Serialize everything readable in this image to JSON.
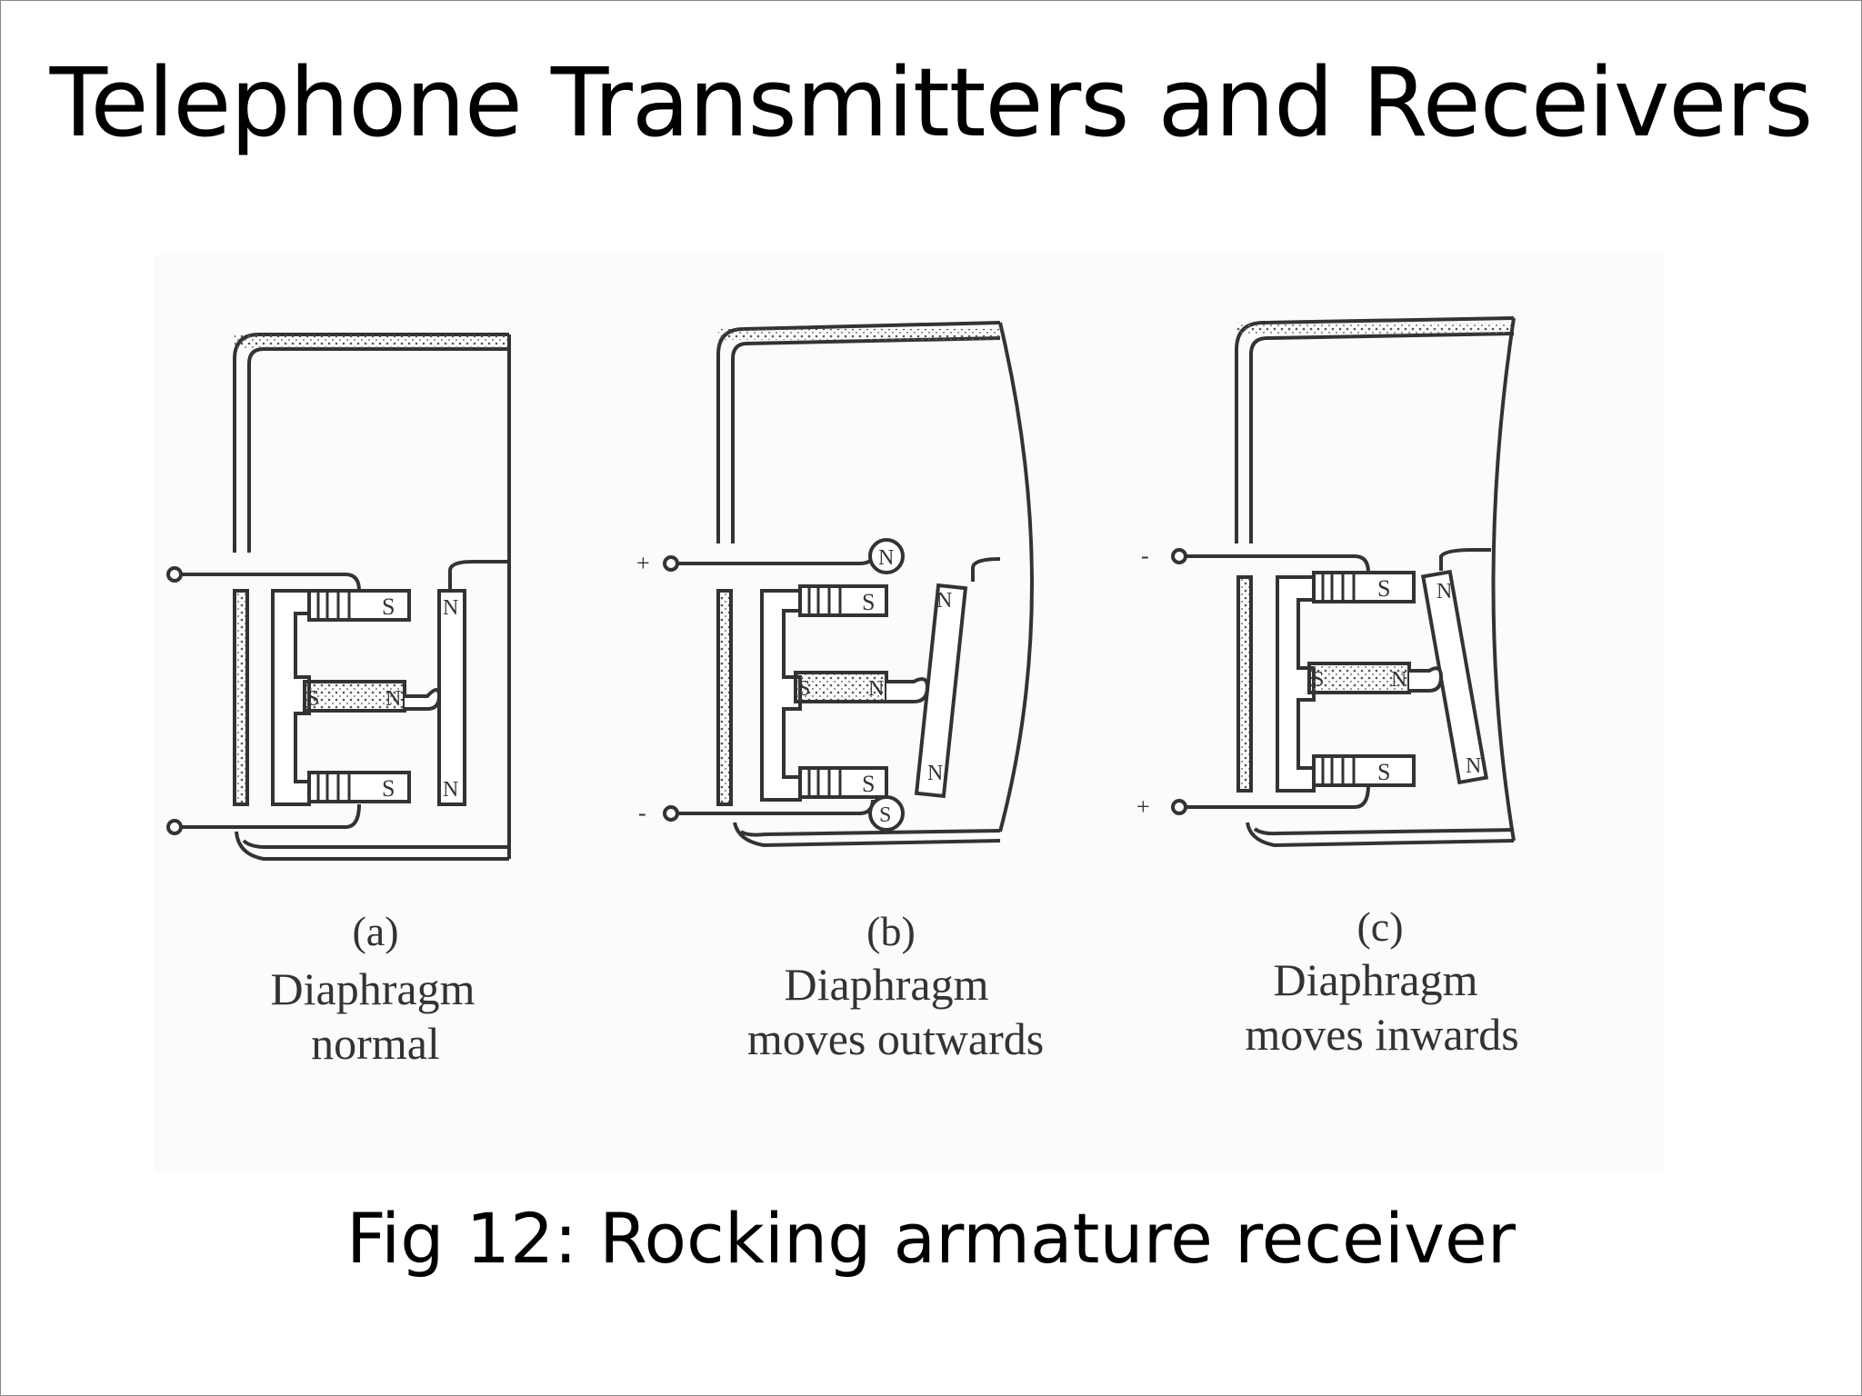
{
  "slide": {
    "title": "Telephone Transmitters and Receivers",
    "caption": "Fig 12:  Rocking armature receiver"
  },
  "panels": [
    {
      "letter": "(a)",
      "line1": "Diaphragm",
      "line2": "normal",
      "terminal_top": "",
      "terminal_bottom": "",
      "coil_top": "S",
      "coil_bottom": "S",
      "core_left": "S",
      "core_right": "N",
      "armature_top": "N",
      "armature_bottom": "N",
      "pole_top": "",
      "pole_bottom": ""
    },
    {
      "letter": "(b)",
      "line1": "Diaphragm",
      "line2": "moves outwards",
      "terminal_top": "+",
      "terminal_bottom": "-",
      "coil_top": "S",
      "coil_bottom": "S",
      "core_left": "S",
      "core_right": "N",
      "armature_top": "N",
      "armature_bottom": "N",
      "pole_top": "N",
      "pole_bottom": "S"
    },
    {
      "letter": "(c)",
      "line1": "Diaphragm",
      "line2": "moves inwards",
      "terminal_top": "-",
      "terminal_bottom": "+",
      "coil_top": "S",
      "coil_bottom": "S",
      "core_left": "S",
      "core_right": "N",
      "armature_top": "N",
      "armature_bottom": "N",
      "pole_top": "",
      "pole_bottom": ""
    }
  ],
  "colors": {
    "ink": "#333333",
    "paper": "#fbfbfb"
  }
}
